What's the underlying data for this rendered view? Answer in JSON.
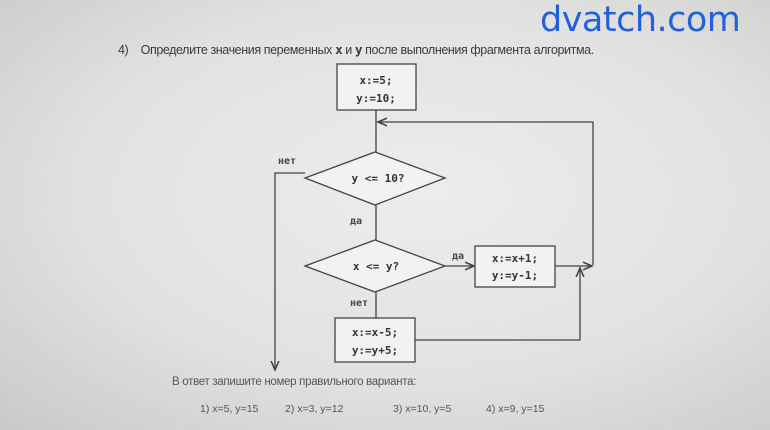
{
  "watermark": "dvatch.com",
  "question": {
    "number": "4)",
    "text_before": "Определите значения переменных",
    "var_x": "x",
    "conj": "и",
    "var_y": "y",
    "text_after": "после выполнения фрагмента алгоритма."
  },
  "flowchart": {
    "init_line1": "x:=5;",
    "init_line2": "y:=10;",
    "cond1": "y <= 10?",
    "cond1_no": "нет",
    "cond1_yes": "да",
    "cond2": "x <= y?",
    "cond2_yes": "да",
    "cond2_no": "нет",
    "yes_line1": "x:=x+1;",
    "yes_line2": "y:=y-1;",
    "no_line1": "x:=x-5;",
    "no_line2": "y:=y+5;"
  },
  "answer_prompt": "В ответ запишите номер правильного варианта:",
  "options": [
    "1) x=5, y=15",
    "2) x=3, y=12",
    "3) x=10, y=5",
    "4) x=9, y=15"
  ]
}
